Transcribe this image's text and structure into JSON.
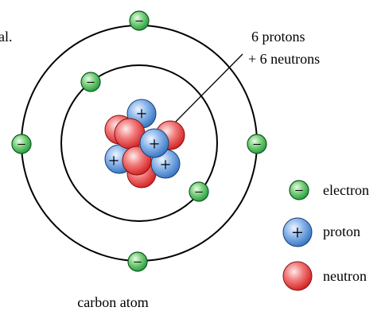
{
  "cropped_text": "al.",
  "nucleus_label": {
    "line1": "6  protons",
    "line2": "+ 6 neutrons"
  },
  "caption": "carbon atom",
  "symbols": {
    "electron": "−",
    "proton": "+"
  },
  "legend": {
    "items": [
      {
        "key": "electron",
        "label": "electron"
      },
      {
        "key": "proton",
        "label": "proton"
      },
      {
        "key": "neutron",
        "label": "neutron"
      }
    ]
  },
  "colors": {
    "electron": "#1f9a3a",
    "proton": "#2f6fbf",
    "neutron": "#e02020",
    "stroke": "#000000"
  }
}
